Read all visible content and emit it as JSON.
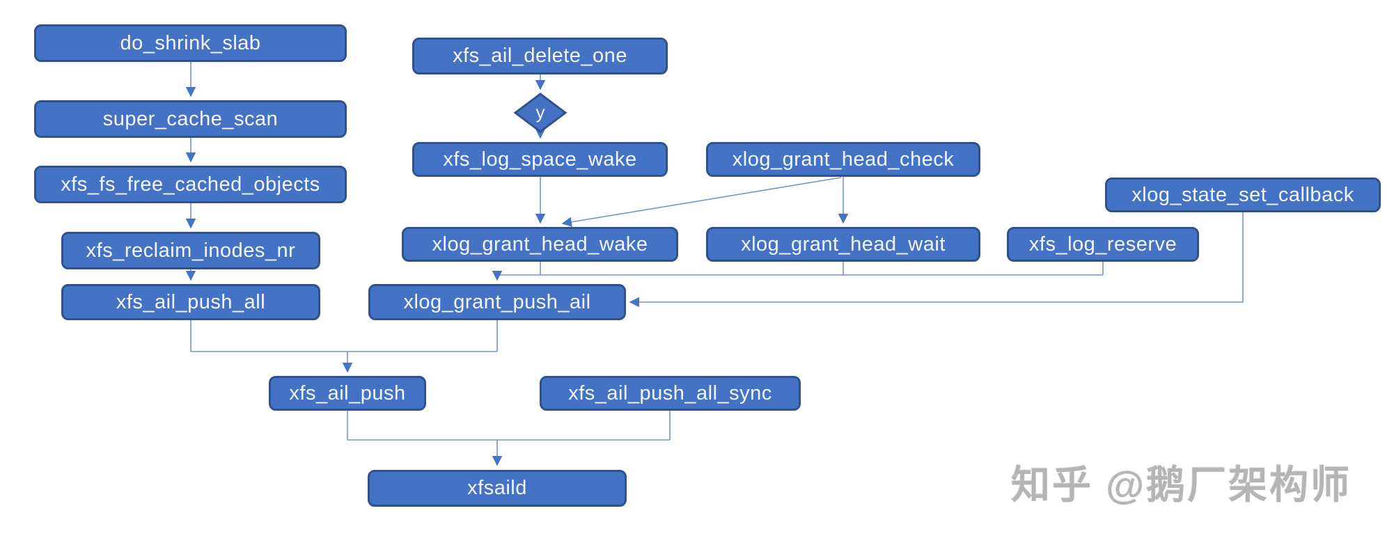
{
  "diagram": {
    "description": "XFS log / AIL push function call-graph flowchart",
    "colors": {
      "node_fill": "#4472c4",
      "node_border": "#2f528f",
      "node_text": "#f4f7fd",
      "connector": "#7593cf",
      "arrowhead": "#4573c6",
      "background": "#ffffff",
      "watermark_text_color": "#b5b5b5"
    }
  },
  "nodes": [
    {
      "id": "do_shrink_slab",
      "label": "do_shrink_slab",
      "shape": "rounded-rect"
    },
    {
      "id": "super_cache_scan",
      "label": "super_cache_scan",
      "shape": "rounded-rect"
    },
    {
      "id": "xfs_fs_free_cached_objects",
      "label": "xfs_fs_free_cached_objects",
      "shape": "rounded-rect"
    },
    {
      "id": "xfs_reclaim_inodes_nr",
      "label": "xfs_reclaim_inodes_nr",
      "shape": "rounded-rect"
    },
    {
      "id": "xfs_ail_push_all",
      "label": "xfs_ail_push_all",
      "shape": "rounded-rect"
    },
    {
      "id": "xfs_ail_delete_one",
      "label": "xfs_ail_delete_one",
      "shape": "rounded-rect"
    },
    {
      "id": "decision_y",
      "label": "y",
      "shape": "diamond"
    },
    {
      "id": "xfs_log_space_wake",
      "label": "xfs_log_space_wake",
      "shape": "rounded-rect"
    },
    {
      "id": "xlog_grant_head_check",
      "label": "xlog_grant_head_check",
      "shape": "rounded-rect"
    },
    {
      "id": "xlog_state_set_callback",
      "label": "xlog_state_set_callback",
      "shape": "rounded-rect"
    },
    {
      "id": "xlog_grant_head_wake",
      "label": "xlog_grant_head_wake",
      "shape": "rounded-rect"
    },
    {
      "id": "xlog_grant_head_wait",
      "label": "xlog_grant_head_wait",
      "shape": "rounded-rect"
    },
    {
      "id": "xfs_log_reserve",
      "label": "xfs_log_reserve",
      "shape": "rounded-rect"
    },
    {
      "id": "xlog_grant_push_ail",
      "label": "xlog_grant_push_ail",
      "shape": "rounded-rect"
    },
    {
      "id": "xfs_ail_push",
      "label": "xfs_ail_push",
      "shape": "rounded-rect"
    },
    {
      "id": "xfs_ail_push_all_sync",
      "label": "xfs_ail_push_all_sync",
      "shape": "rounded-rect"
    },
    {
      "id": "xfsaild",
      "label": "xfsaild",
      "shape": "rounded-rect"
    }
  ],
  "edges": [
    {
      "from": "do_shrink_slab",
      "to": "super_cache_scan"
    },
    {
      "from": "super_cache_scan",
      "to": "xfs_fs_free_cached_objects"
    },
    {
      "from": "xfs_fs_free_cached_objects",
      "to": "xfs_reclaim_inodes_nr"
    },
    {
      "from": "xfs_reclaim_inodes_nr",
      "to": "xfs_ail_push_all"
    },
    {
      "from": "xfs_ail_delete_one",
      "to": "decision_y"
    },
    {
      "from": "decision_y",
      "to": "xfs_log_space_wake"
    },
    {
      "from": "xfs_log_space_wake",
      "to": "xlog_grant_head_wake"
    },
    {
      "from": "xlog_grant_head_check",
      "to": "xlog_grant_head_wake"
    },
    {
      "from": "xlog_grant_head_check",
      "to": "xlog_grant_head_wait"
    },
    {
      "from": "xlog_grant_head_wake",
      "to": "xlog_grant_push_ail"
    },
    {
      "from": "xlog_grant_head_wait",
      "to": "xlog_grant_push_ail"
    },
    {
      "from": "xfs_log_reserve",
      "to": "xlog_grant_push_ail"
    },
    {
      "from": "xlog_state_set_callback",
      "to": "xlog_grant_push_ail"
    },
    {
      "from": "xfs_ail_push_all",
      "to": "xfs_ail_push"
    },
    {
      "from": "xlog_grant_push_ail",
      "to": "xfs_ail_push"
    },
    {
      "from": "xfs_ail_push",
      "to": "xfsaild"
    },
    {
      "from": "xfs_ail_push_all_sync",
      "to": "xfsaild"
    }
  ],
  "watermark": {
    "text": "知乎 @鹅厂架构师"
  }
}
